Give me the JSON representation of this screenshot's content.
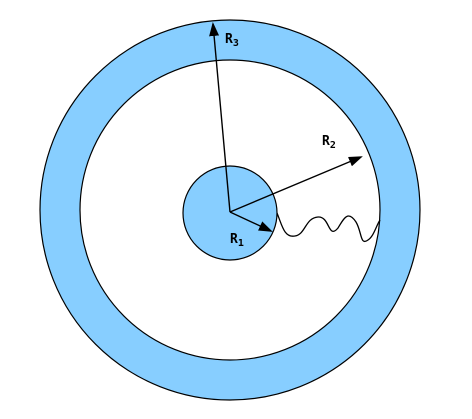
{
  "diagram": {
    "colors": {
      "ring_fill": "#87ceff",
      "core_fill": "#87ceff",
      "gap_fill": "#ffffff",
      "stroke": "#000000"
    },
    "labels": {
      "r1": {
        "main": "R",
        "sub": "1"
      },
      "r2": {
        "main": "R",
        "sub": "2"
      },
      "r3": {
        "main": "R",
        "sub": "3"
      }
    }
  }
}
